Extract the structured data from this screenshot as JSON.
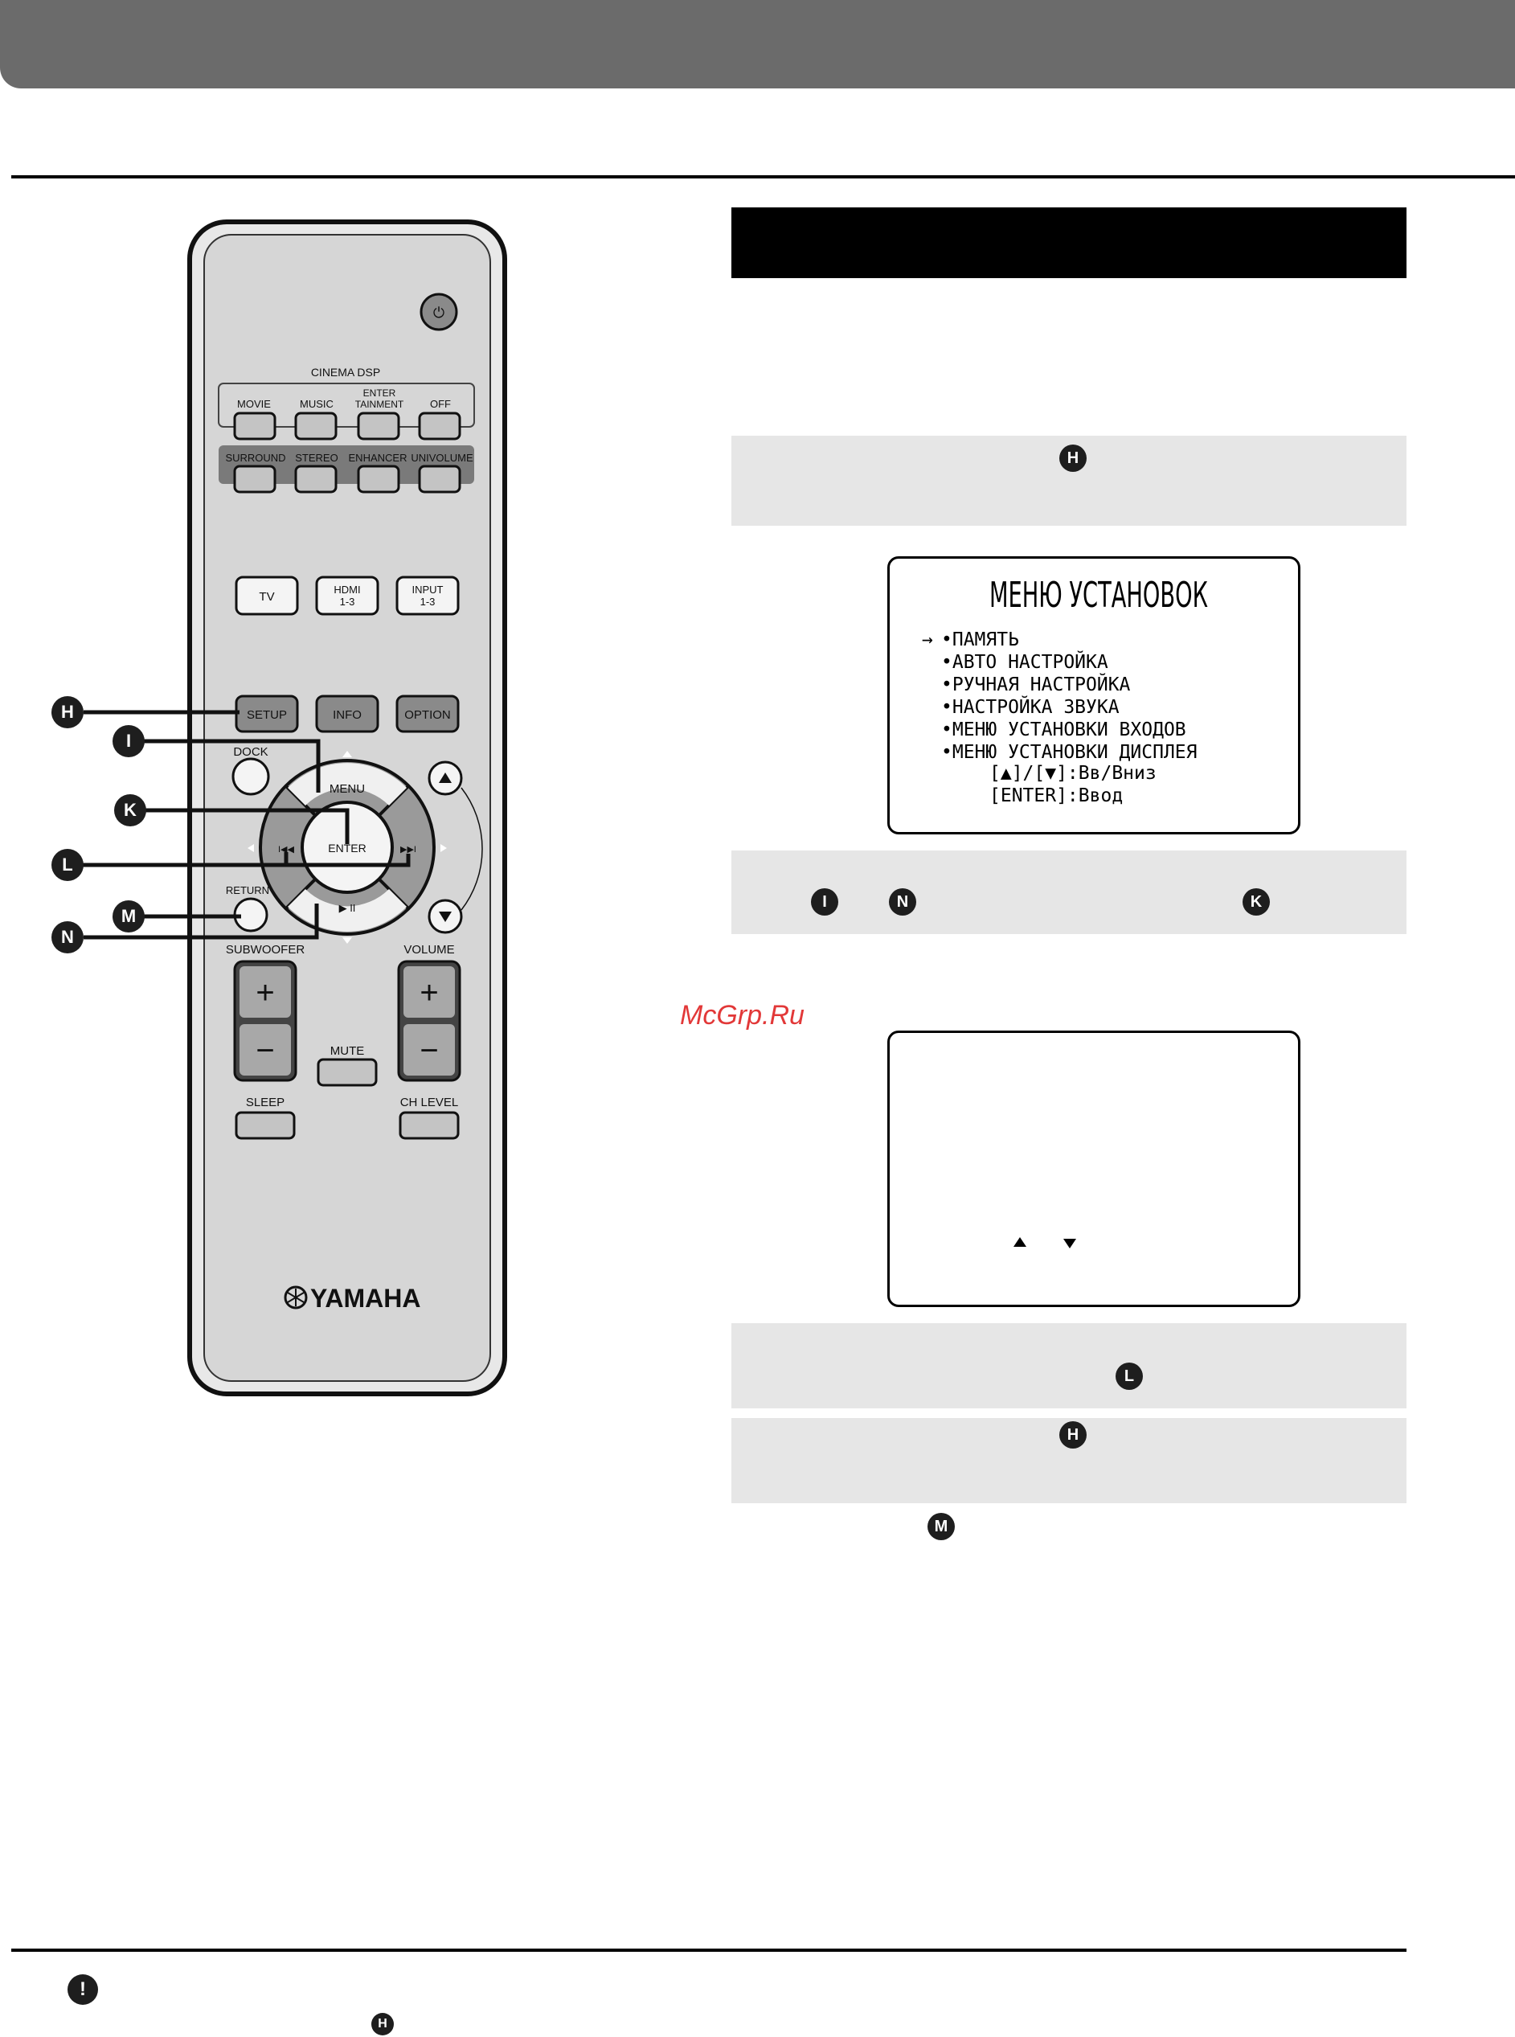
{
  "remote": {
    "power_icon": "power-icon",
    "cinema_dsp_label": "CINEMA DSP",
    "buttons": {
      "movie": "MOVIE",
      "music": "MUSIC",
      "enter_line1": "ENTER",
      "enter_line2": "TAINMENT",
      "off": "OFF",
      "surround": "SURROUND",
      "stereo": "STEREO",
      "enhancer": "ENHANCER",
      "univolume": "UNIVOLUME",
      "tv": "TV",
      "hdmi_line1": "HDMI",
      "hdmi_line2": "1-3",
      "input_line1": "INPUT",
      "input_line2": "1-3",
      "setup": "SETUP",
      "info": "INFO",
      "option": "OPTION",
      "dock": "DOCK",
      "menu": "MENU",
      "enter": "ENTER",
      "return": "RETURN",
      "subwoofer": "SUBWOOFER",
      "volume": "VOLUME",
      "mute": "MUTE",
      "sleep": "SLEEP",
      "ch_level": "CH LEVEL",
      "plus": "+",
      "minus": "−",
      "prev": "I◀◀",
      "next": "▶▶I",
      "play_pause": "▶ II"
    },
    "brand": "YAMAHA"
  },
  "callouts": {
    "h": "H",
    "i": "I",
    "k": "K",
    "l": "L",
    "m": "M",
    "n": "N"
  },
  "menu_screen": {
    "title": "МЕНЮ УСТАНОВОК",
    "cursor": "→",
    "items": [
      "•ПАМЯТЬ",
      "•АВТО НАСТРОЙКА",
      "•РУЧНАЯ НАСТРОЙКА",
      "•НАСТРОЙКА ЗВУКА",
      "•МЕНЮ УСТАНОВКИ ВХОДОВ",
      "•МЕНЮ УСТАНОВКИ ДИСПЛЕЯ"
    ],
    "hint_nav": "[▲]/[▼]:Вв/Вниз",
    "hint_enter": "[ENTER]:Ввод"
  },
  "watermark": "McGrp.Ru",
  "footer": {
    "warning_icon": "exclamation-icon",
    "mark": "!"
  }
}
